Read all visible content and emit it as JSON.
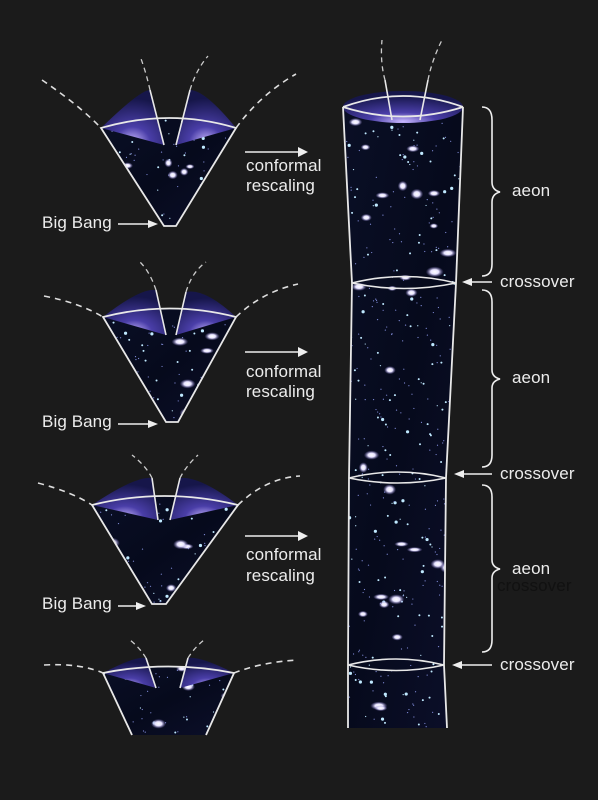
{
  "diagram": {
    "panels": [
      {
        "conformal_line1": "conformal",
        "conformal_line2": "rescaling",
        "big_bang": "Big Bang"
      },
      {
        "conformal_line1": "conformal",
        "conformal_line2": "rescaling",
        "big_bang": "Big Bang"
      },
      {
        "conformal_line1": "conformal",
        "conformal_line2": "rescaling",
        "big_bang": "Big Bang"
      }
    ],
    "aeon_labels": [
      "aeon",
      "aeon",
      "aeon"
    ],
    "crossover_labels": [
      "crossover",
      "crossover",
      "crossover"
    ],
    "ghost_label": "crossover"
  },
  "colors": {
    "background": "#1b1b1b",
    "line": "#e8e8e8",
    "space": "#070b1e",
    "funnel_inner": "#2a2a7a"
  }
}
